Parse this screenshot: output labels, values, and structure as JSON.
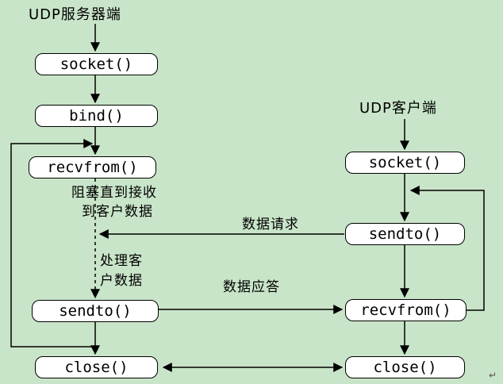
{
  "colors": {
    "background": "#c9e5c9",
    "box_fill": "#ffffff",
    "box_border": "#000000",
    "line": "#000000",
    "text": "#000000"
  },
  "server": {
    "title": "UDP服务器端",
    "boxes": [
      {
        "id": "server-socket",
        "label": "socket()"
      },
      {
        "id": "server-bind",
        "label": "bind()"
      },
      {
        "id": "server-recvfrom",
        "label": "recvfrom()"
      },
      {
        "id": "server-sendto",
        "label": "sendto()"
      },
      {
        "id": "server-close",
        "label": "close()"
      }
    ]
  },
  "client": {
    "title": "UDP客户端",
    "boxes": [
      {
        "id": "client-socket",
        "label": "socket()"
      },
      {
        "id": "client-sendto",
        "label": "sendto()"
      },
      {
        "id": "client-recvfrom",
        "label": "recvfrom()"
      },
      {
        "id": "client-close",
        "label": "close()"
      }
    ]
  },
  "annotations": {
    "blocking_note": [
      "阻塞直到接收",
      "到客户数据"
    ],
    "processing_note": [
      "处理客",
      "户数据"
    ],
    "data_request_label": "数据请求",
    "data_reply_label": "数据应答",
    "return_mark": "↵"
  }
}
